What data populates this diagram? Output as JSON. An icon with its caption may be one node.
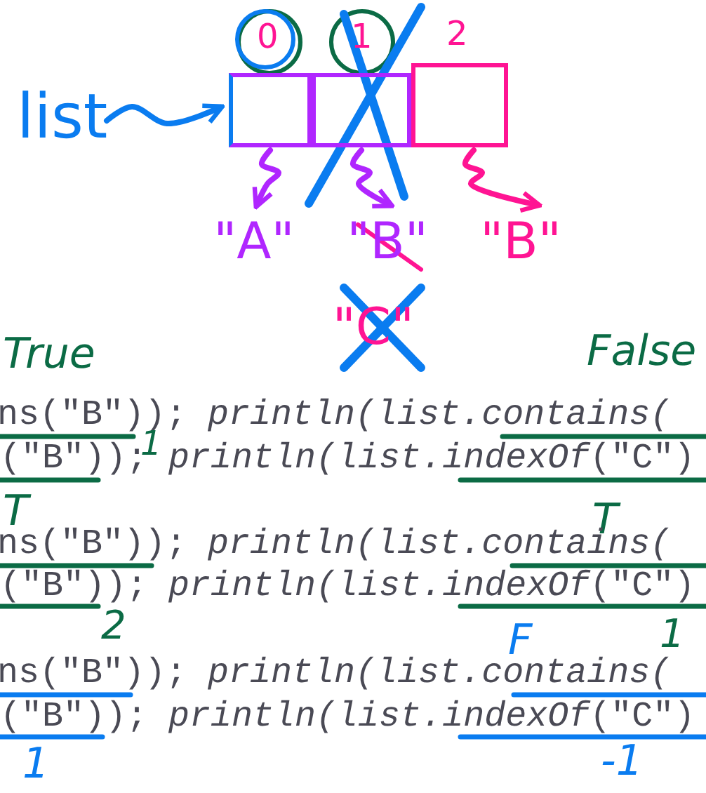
{
  "diagram": {
    "nodes": [
      {
        "text": [
          "list"
        ]
      },
      {
        "text": [],
        "shape": "box"
      },
      {
        "text": [],
        "shape": "box"
      },
      {
        "text": [],
        "shape": "box"
      },
      {
        "text": [
          "\"A\""
        ]
      },
      {
        "text": [
          "\"B\""
        ]
      },
      {
        "text": [
          "\"B\""
        ]
      },
      {
        "text": [
          "\"C\""
        ]
      }
    ],
    "edges": [
      {
        "from": 0,
        "to": 1,
        "arrow": "to",
        "color": "#0a7cf0"
      },
      {
        "from": 1,
        "to": 4,
        "arrow": "to"
      },
      {
        "from": 2,
        "to": 5,
        "arrow": "to"
      },
      {
        "from": 3,
        "to": 6,
        "arrow": "to",
        "color": "#ff1493"
      }
    ],
    "labels": [
      "0",
      "1",
      "2",
      "True",
      "False",
      "ns(\"B\")); *println(list.contains(*",
      "1",
      "(\"B\")); *println(list.indexOf*(\"C\")",
      "T",
      "T",
      "ns(\"B\")); *println(list.contains(*",
      "(\"B\")); *println(list.indexOf*(\"C\")",
      "2",
      "F",
      "1",
      "ns(\"B\")); *println(list.contains(*",
      "(\"B\")); *println(list.indexOf*(\"C\")",
      "1",
      "-1"
    ]
  }
}
